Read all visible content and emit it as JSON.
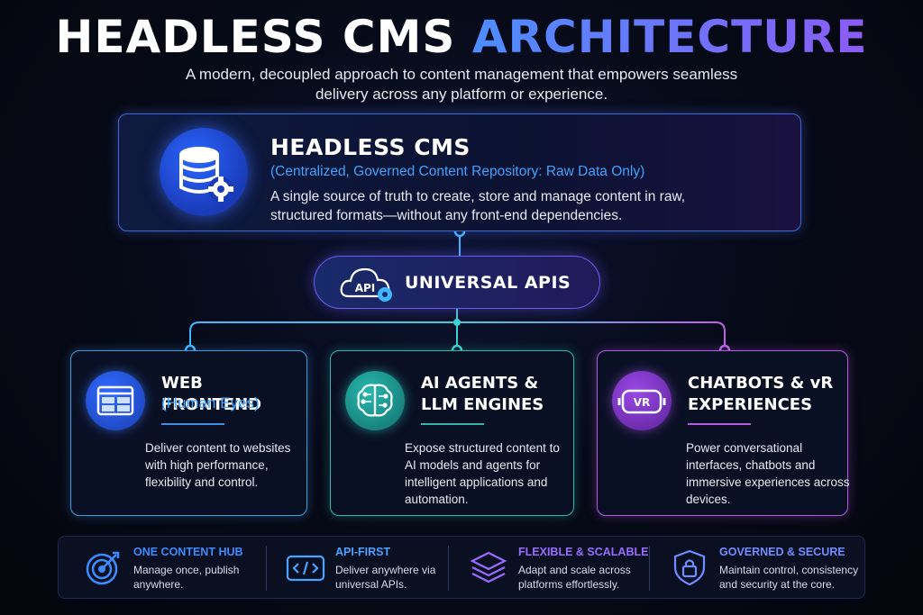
{
  "header": {
    "title_part1": "HEADLESS CMS",
    "title_part2": "ARCHITECTURE",
    "subtitle": "A modern, decoupled approach to content management that empowers seamless delivery across any platform or experience."
  },
  "hub": {
    "icon": "database-gear-icon",
    "title": "HEADLESS CMS",
    "subtitle": "(Centralized, Governed Content Repository: Raw Data Only)",
    "description": "A single source of truth to create, store and manage content in raw, structured formats—without any front-end dependencies."
  },
  "api": {
    "icon": "cloud-api-gear-icon",
    "icon_text": "API",
    "title": "UNIVERSAL APIS"
  },
  "channels": [
    {
      "icon": "browser-window-icon",
      "title": "WEB FRONTEND",
      "title_secondary": "(Human Eyes)",
      "description": "Deliver content to websites with high performance, flexibility and control.",
      "color": "#3f9bdc"
    },
    {
      "icon": "ai-brain-icon",
      "title": "AI AGENTS & LLM ENGINES",
      "description": "Expose structured content to AI models and agents for intelligent applications and automation.",
      "color": "#2fb6a8"
    },
    {
      "icon": "vr-headset-icon",
      "icon_text": "VR",
      "title": "CHATBOTS & vR EXPERIENCES",
      "description": "Power conversational interfaces, chatbots and immersive experiences across devices.",
      "color": "#b25be0"
    }
  ],
  "features": [
    {
      "icon": "target-icon",
      "title": "ONE CONTENT HUB",
      "description": "Manage once, publish anywhere.",
      "color": "#3b8cff"
    },
    {
      "icon": "code-icon",
      "title": "API-FIRST",
      "description": "Deliver anywhere via universal APIs.",
      "color": "#4aa3ff"
    },
    {
      "icon": "layers-icon",
      "title": "FLEXIBLE & SCALABLE",
      "description": "Adapt and scale across platforms effortlessly.",
      "color": "#9a6bff"
    },
    {
      "icon": "shield-lock-icon",
      "title": "GOVERNED & SECURE",
      "description": "Maintain control, consistency and security at the core.",
      "color": "#6f8dff"
    }
  ]
}
